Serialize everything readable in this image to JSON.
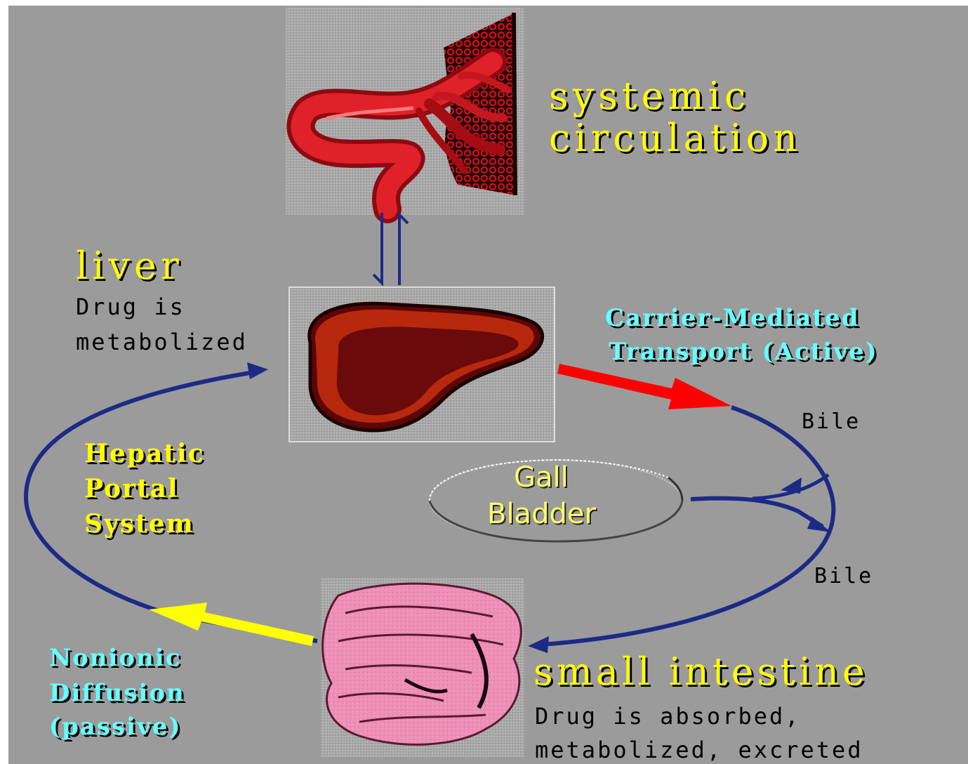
{
  "title": {
    "line1": "systemic",
    "line2": "circulation"
  },
  "liver": {
    "label": "liver",
    "desc_line1": "Drug is",
    "desc_line2": "metabolized"
  },
  "transport": {
    "line1": "Carrier-Mediated",
    "line2": "Transport (Active)"
  },
  "bile_upper": "Bile",
  "bile_lower": "Bile",
  "gall_bladder": {
    "line1": "Gall",
    "line2": "Bladder"
  },
  "hepatic_portal": {
    "line1": "Hepatic",
    "line2": "Portal",
    "line3": "System"
  },
  "nonionic": {
    "line1": "Nonionic",
    "line2": "Diffusion",
    "line3": "(passive)"
  },
  "intestine": {
    "label": "small intestine",
    "desc_line1": "Drug is absorbed,",
    "desc_line2": "metabolized, excreted"
  },
  "colors": {
    "background": "#9b9b9b",
    "arrow_blue": "#1c2a86",
    "arrow_red": "#ff0000",
    "arrow_yellow": "#ffff00",
    "label_yellow": "#ffff00",
    "label_cyan": "#66ffff"
  }
}
